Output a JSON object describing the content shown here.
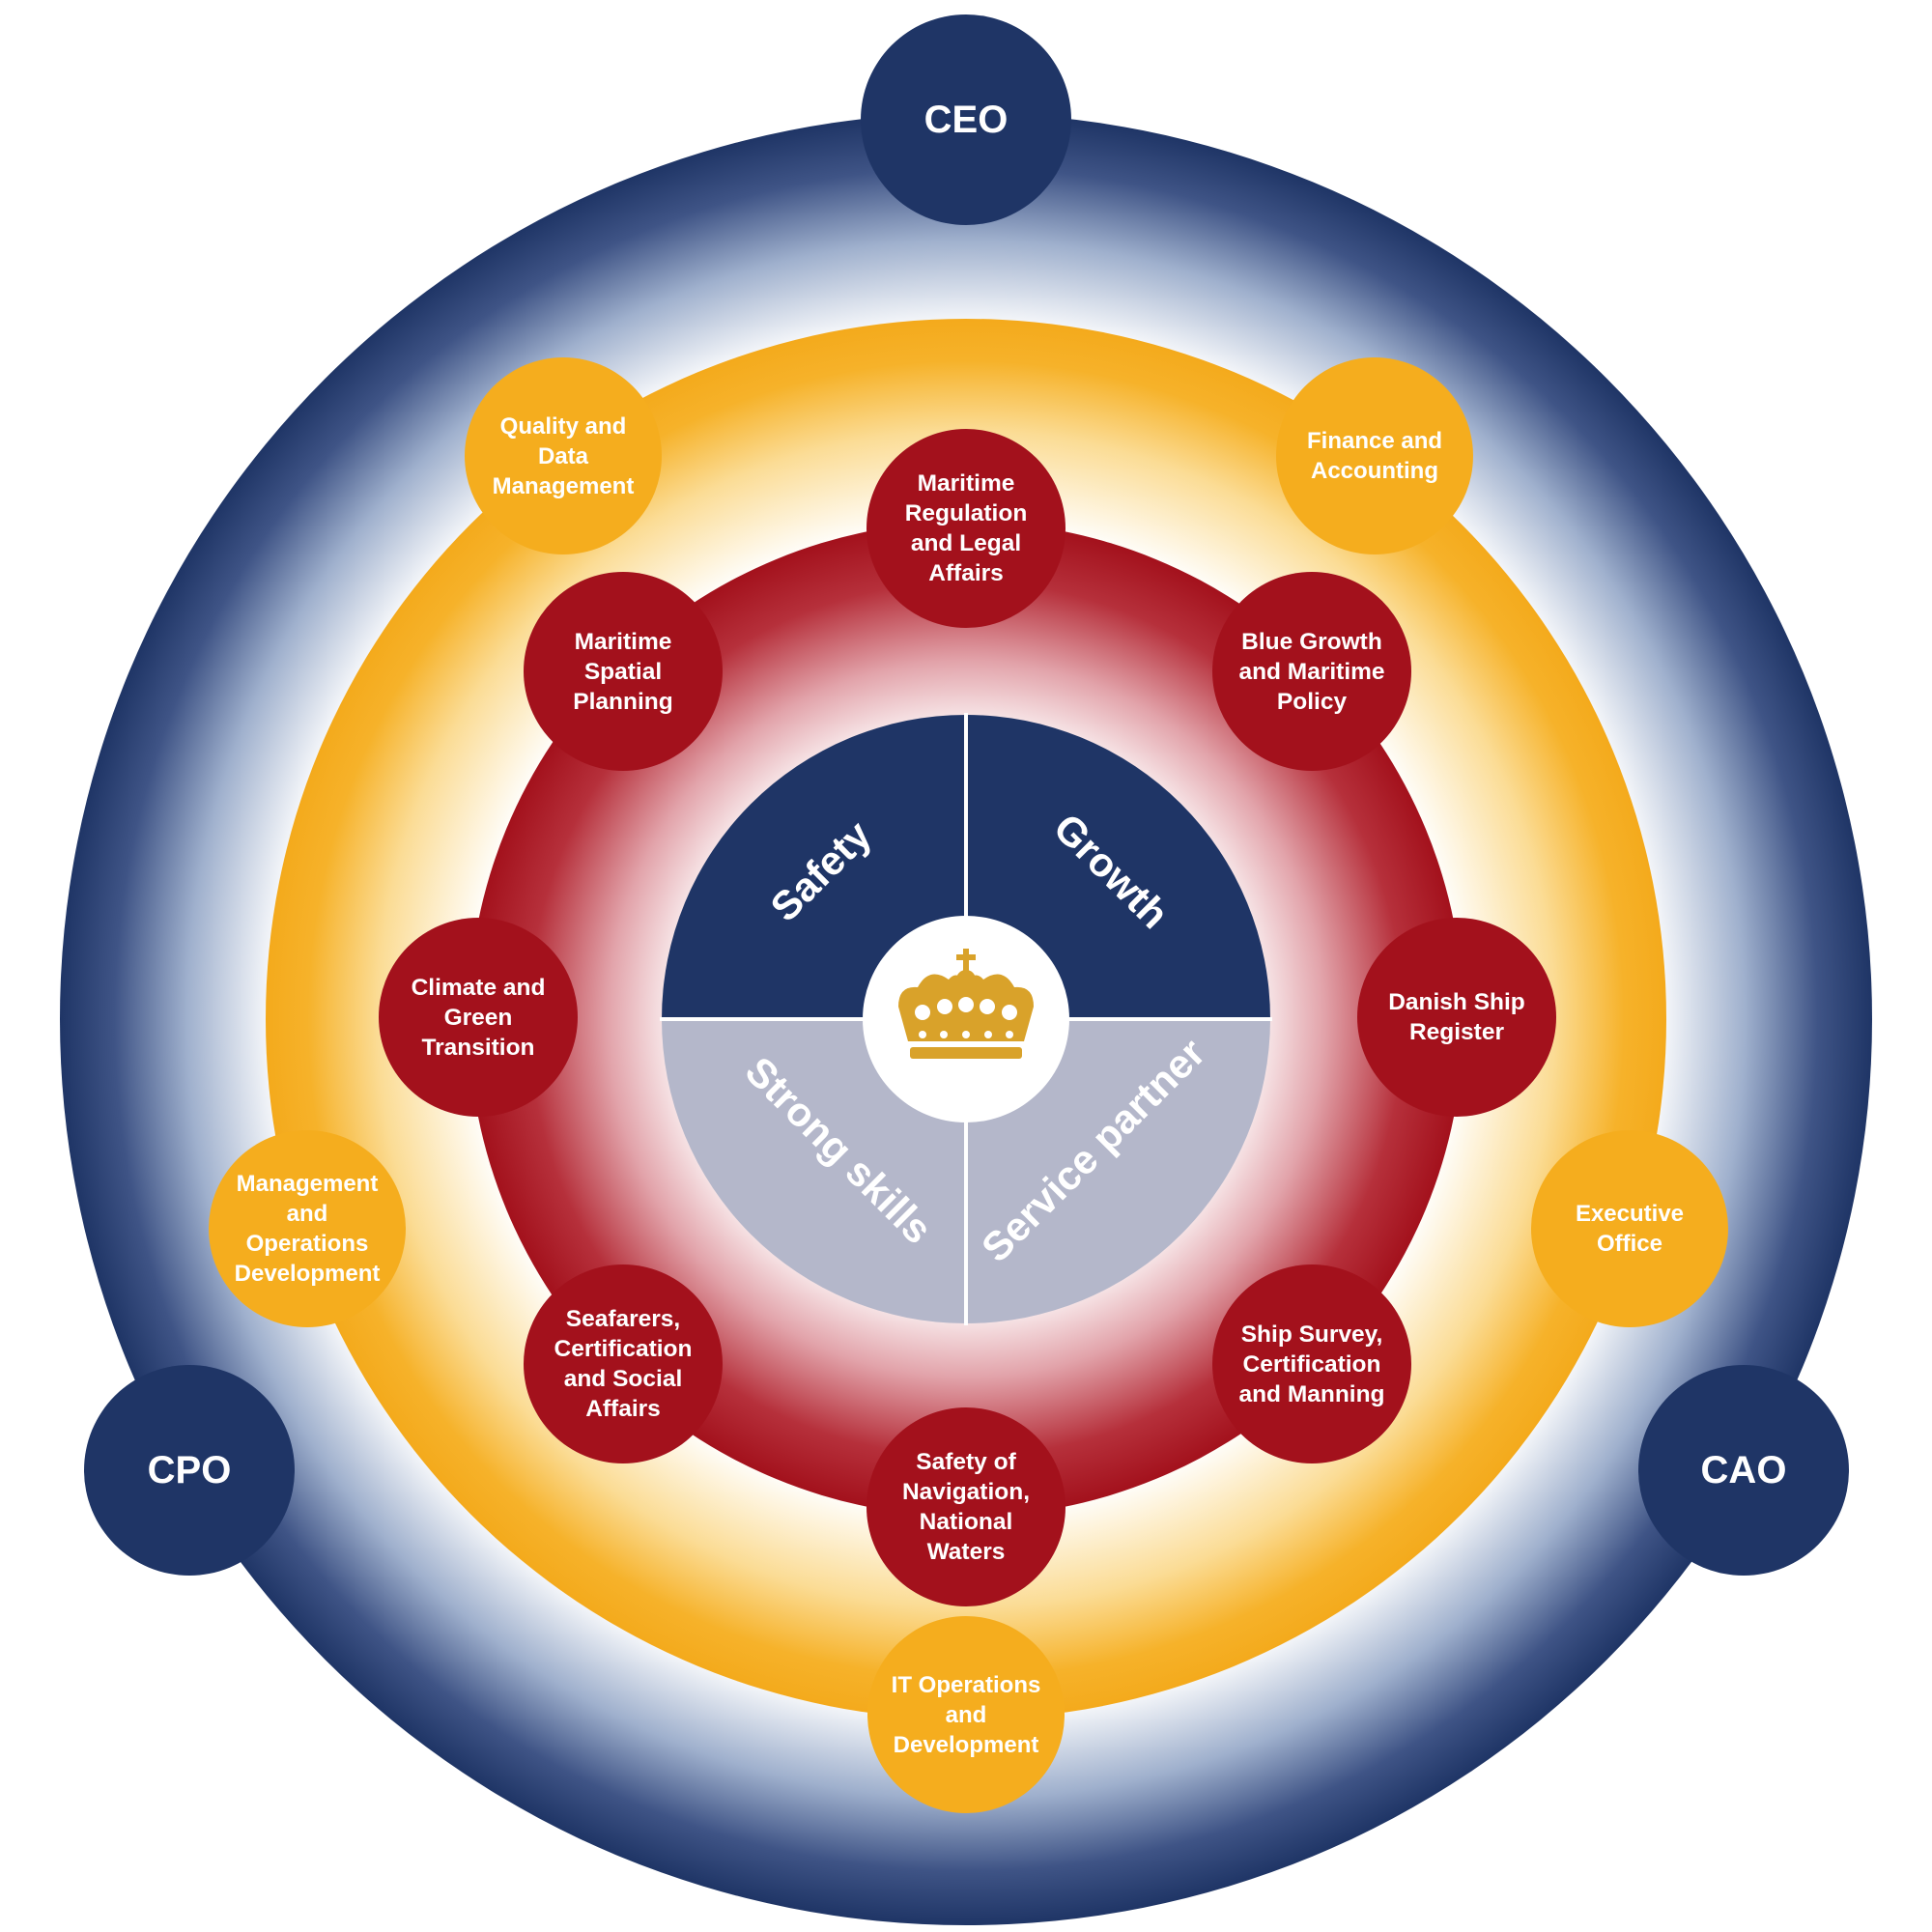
{
  "colors": {
    "navy": "#1f3566",
    "gold": "#f5ad1e",
    "crimson": "#a3111c",
    "lavender": "#b4b7ca",
    "white": "#ffffff"
  },
  "executives": [
    {
      "label": "CEO"
    },
    {
      "label": "CPO"
    },
    {
      "label": "CAO"
    }
  ],
  "support_units": [
    {
      "label": "Quality and Data Management"
    },
    {
      "label": "Finance and Accounting"
    },
    {
      "label": "Management and Operations Development"
    },
    {
      "label": "Executive Office"
    },
    {
      "label": "IT Operations and Development"
    }
  ],
  "core_units": [
    {
      "label": "Maritime Regulation and Legal Affairs"
    },
    {
      "label": "Maritime Spatial Planning"
    },
    {
      "label": "Blue Growth and Maritime Policy"
    },
    {
      "label": "Climate and Green Transition"
    },
    {
      "label": "Danish Ship Register"
    },
    {
      "label": "Seafarers, Certification and Social Affairs"
    },
    {
      "label": "Ship Survey, Certification and Manning"
    },
    {
      "label": "Safety of Navigation, National Waters"
    }
  ],
  "values": [
    {
      "label": "Safety"
    },
    {
      "label": "Growth"
    },
    {
      "label": "Strong skills"
    },
    {
      "label": "Service partner"
    }
  ],
  "center_emblem": "crown-icon"
}
